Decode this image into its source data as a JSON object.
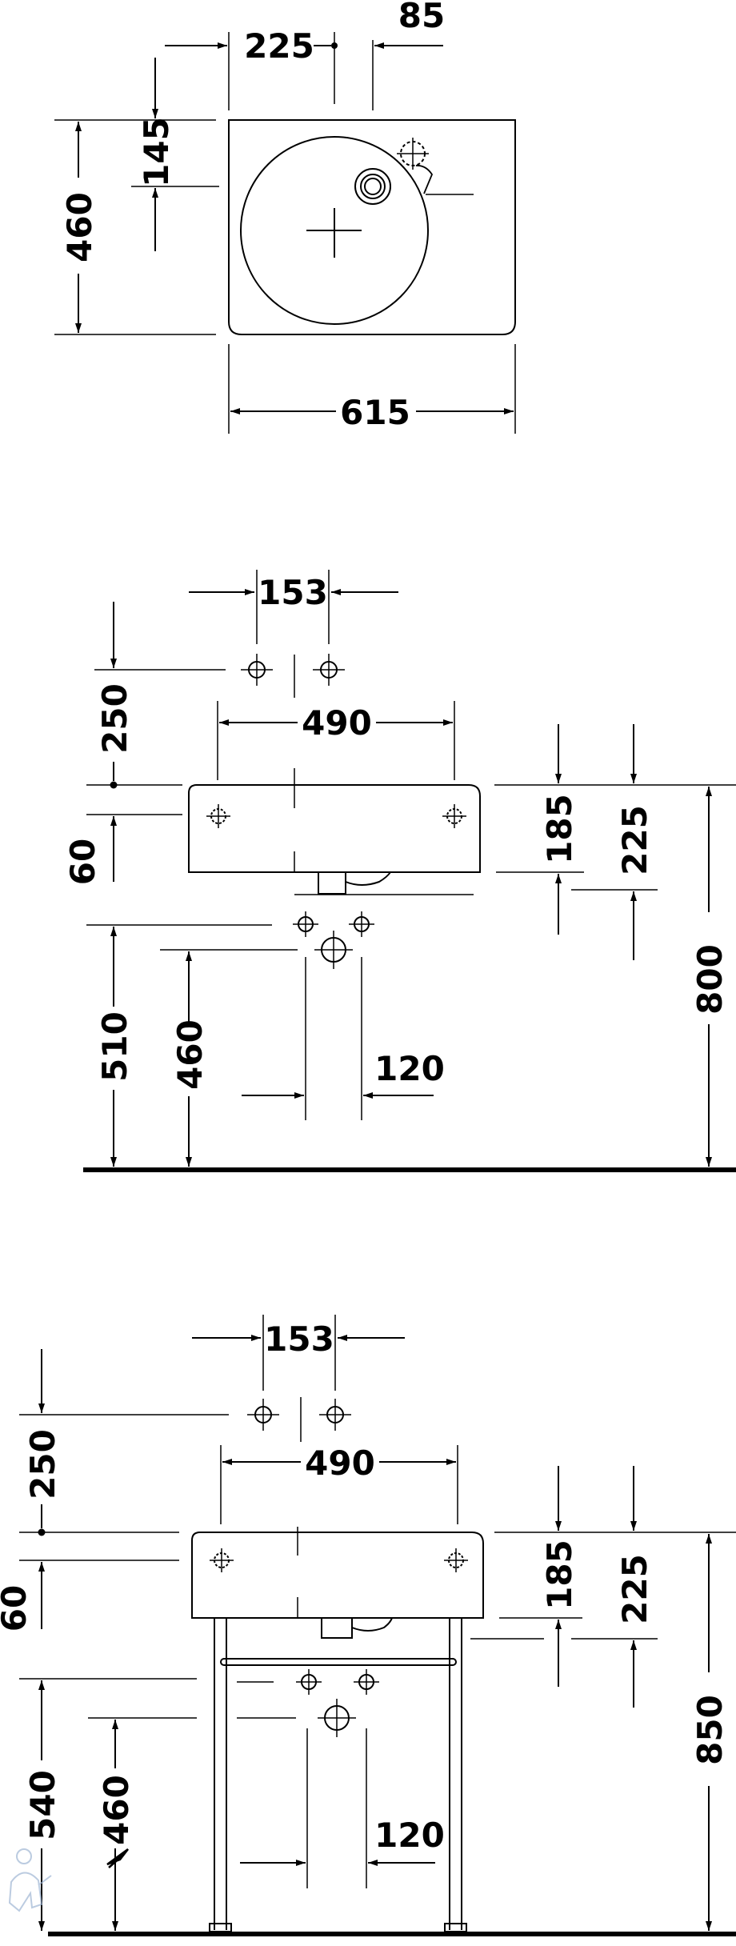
{
  "plan_view": {
    "dim_225": "225",
    "dim_85": "85",
    "dim_145": "145",
    "dim_460": "460",
    "dim_615": "615"
  },
  "wall_elevation": {
    "dim_153": "153",
    "dim_490": "490",
    "dim_250": "250",
    "dim_60": "60",
    "dim_185": "185",
    "dim_225": "225",
    "dim_800": "800",
    "dim_510": "510",
    "dim_460": "460",
    "dim_120": "120"
  },
  "stand_elevation": {
    "dim_153": "153",
    "dim_490": "490",
    "dim_250": "250",
    "dim_60": "60",
    "dim_185": "185",
    "dim_225": "225",
    "dim_850": "850",
    "dim_540": "540",
    "dim_460": "460",
    "dim_120": "120"
  },
  "colors": {
    "line": "#000000",
    "background": "#ffffff",
    "watermark": "#9fb6d4"
  },
  "icons": [
    "plumber-watermark-icon"
  ]
}
